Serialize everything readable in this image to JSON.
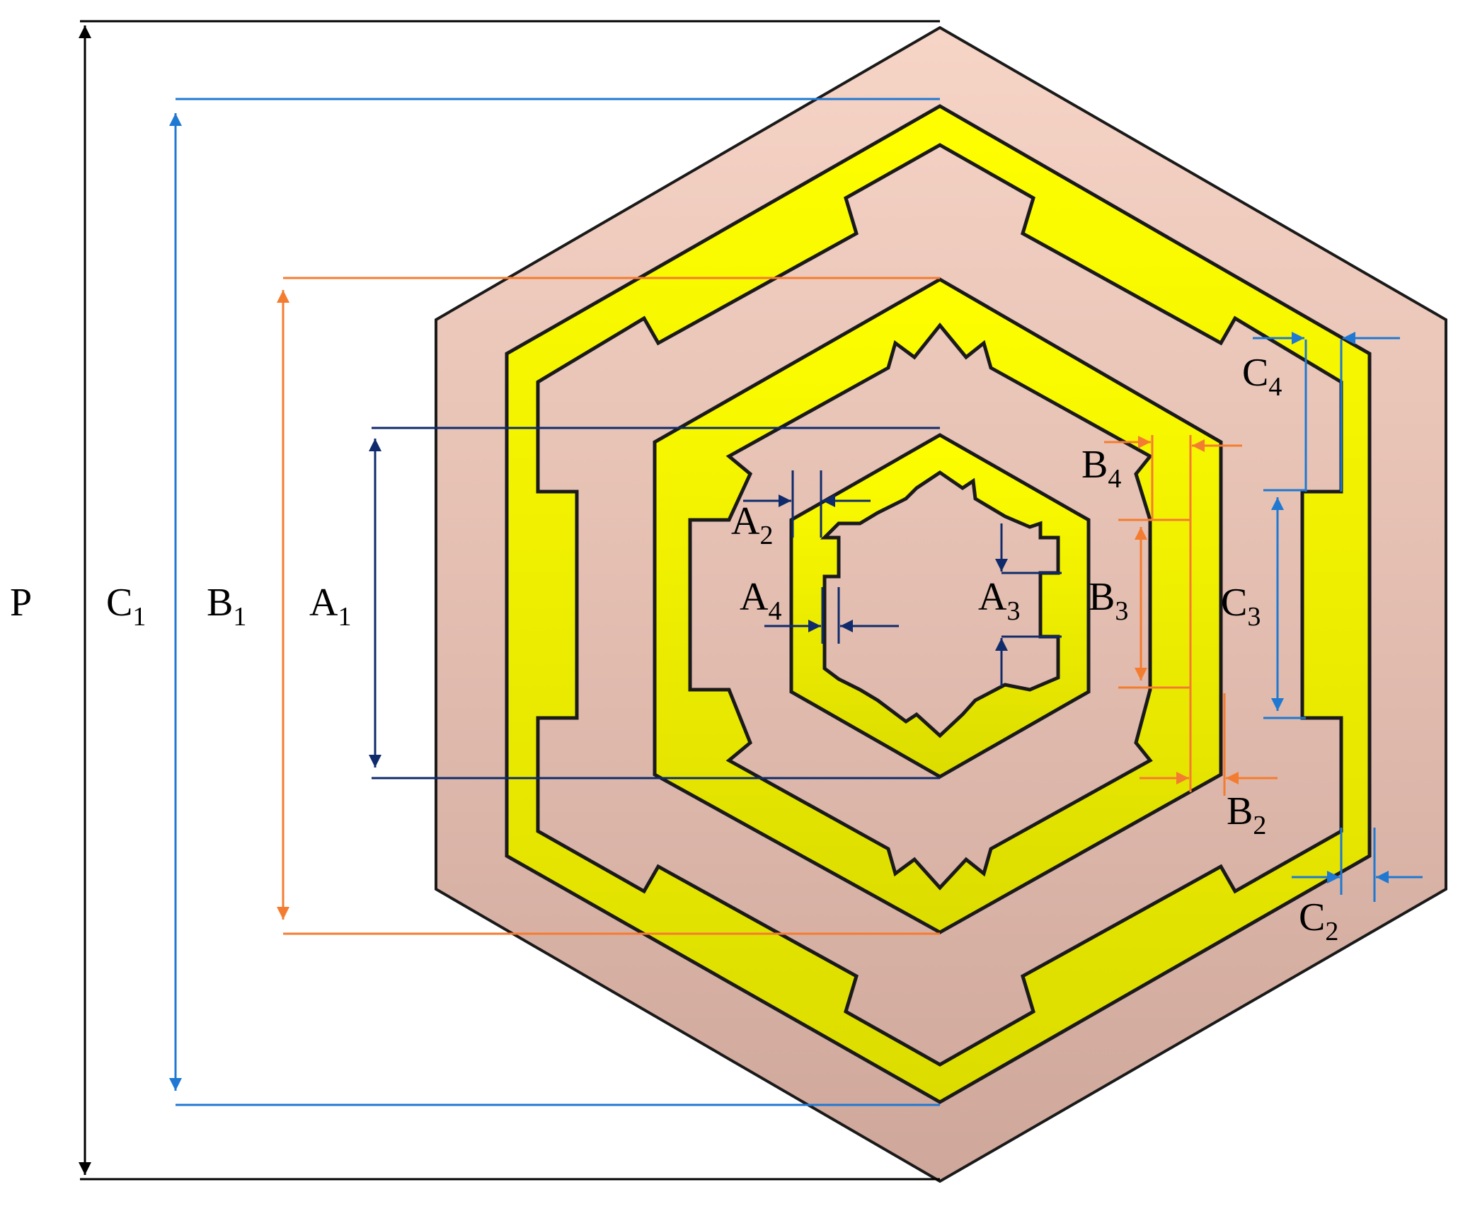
{
  "diagram": {
    "colors": {
      "substrate_top": "#f6d4c6",
      "substrate_bottom": "#cfa79b",
      "metal_top": "#ffff00",
      "metal_bottom": "#dcdc00",
      "outline": "#1a1a1a",
      "black_dim": "#000000",
      "blue_dim": "#1f78d1",
      "orange_dim": "#f47c30",
      "navy_dim": "#0f2b6b"
    },
    "labels": {
      "P": {
        "main": "P",
        "sub": ""
      },
      "C1": {
        "main": "C",
        "sub": "1"
      },
      "B1": {
        "main": "B",
        "sub": "1"
      },
      "A1": {
        "main": "A",
        "sub": "1"
      },
      "A2": {
        "main": "A",
        "sub": "2"
      },
      "A3": {
        "main": "A",
        "sub": "3"
      },
      "A4": {
        "main": "A",
        "sub": "4"
      },
      "B2": {
        "main": "B",
        "sub": "2"
      },
      "B3": {
        "main": "B",
        "sub": "3"
      },
      "B4": {
        "main": "B",
        "sub": "4"
      },
      "C2": {
        "main": "C",
        "sub": "2"
      },
      "C3": {
        "main": "C",
        "sub": "3"
      },
      "C4": {
        "main": "C",
        "sub": "4"
      }
    }
  }
}
